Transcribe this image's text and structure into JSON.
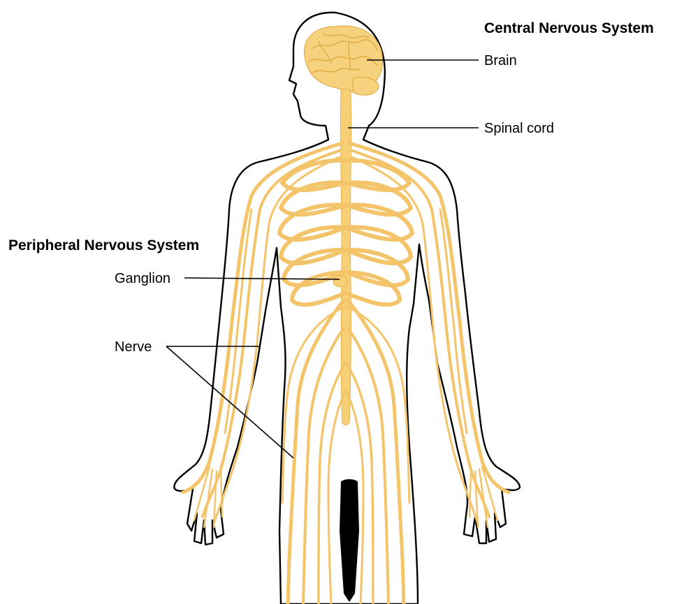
{
  "headings": {
    "central": "Central Nervous System",
    "peripheral": "Peripheral Nervous System"
  },
  "labels": {
    "brain": "Brain",
    "spinal_cord": "Spinal cord",
    "ganglion": "Ganglion",
    "nerve": "Nerve"
  },
  "colors": {
    "nerve": "#f3c46a",
    "brain": "#f7d27e",
    "outline": "#000000"
  }
}
